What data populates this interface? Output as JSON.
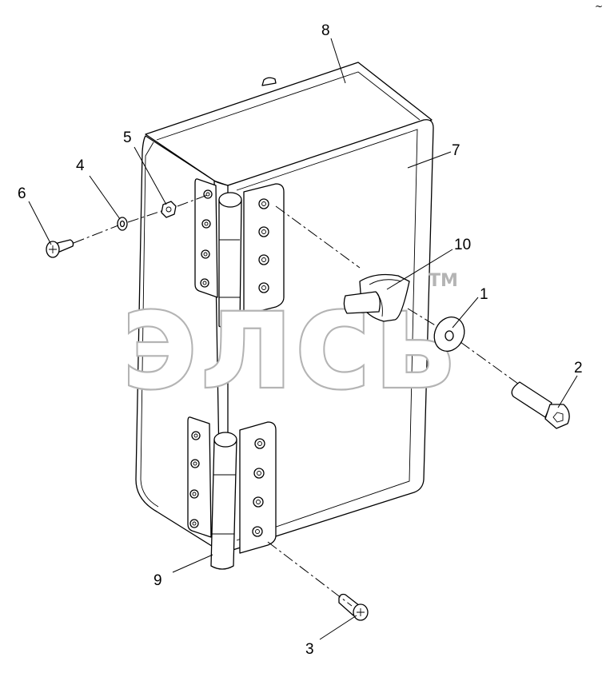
{
  "watermark": {
    "text": "элсь",
    "tm": "TM"
  },
  "corner_mark": "~",
  "callouts": [
    {
      "id": "1",
      "label": "1"
    },
    {
      "id": "2",
      "label": "2"
    },
    {
      "id": "3",
      "label": "3"
    },
    {
      "id": "4",
      "label": "4"
    },
    {
      "id": "5",
      "label": "5"
    },
    {
      "id": "6",
      "label": "6"
    },
    {
      "id": "7",
      "label": "7"
    },
    {
      "id": "8",
      "label": "8"
    },
    {
      "id": "9",
      "label": "9"
    },
    {
      "id": "10",
      "label": "10"
    }
  ],
  "colors": {
    "line": "#000000",
    "background": "#ffffff",
    "watermark": "#b4b4b4"
  }
}
